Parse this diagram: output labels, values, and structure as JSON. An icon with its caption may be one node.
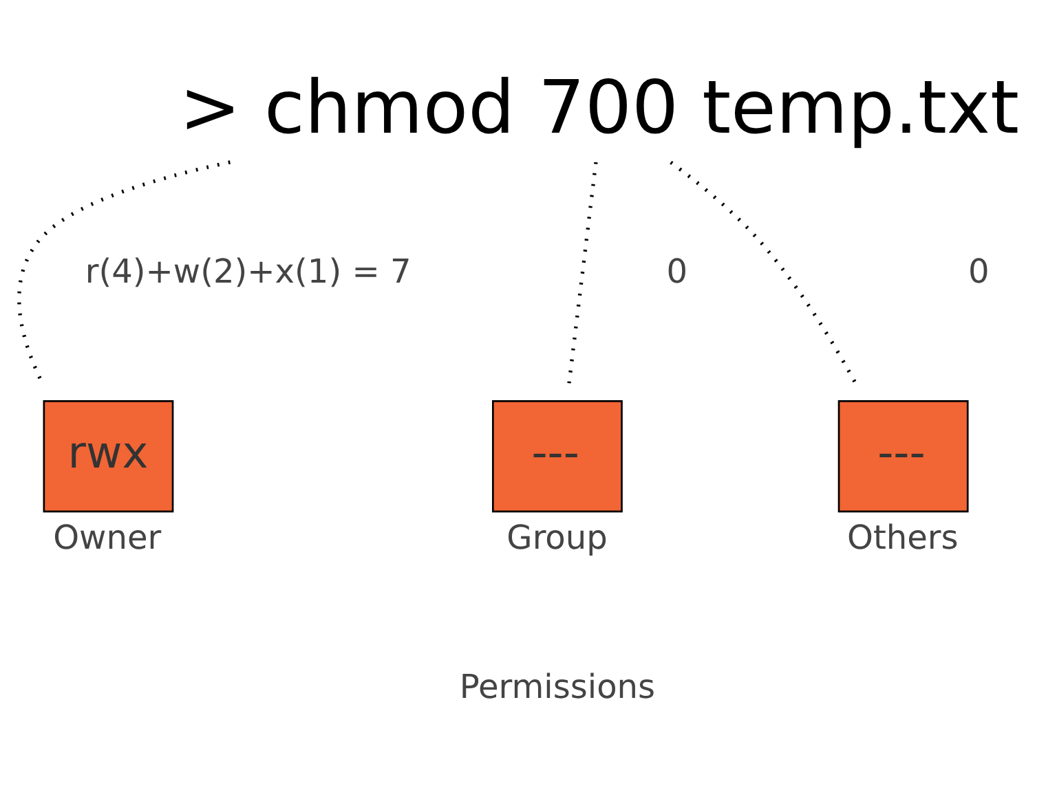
{
  "diagram": {
    "nodes": [
      {
        "text": [
          "> chmod 700 temp.txt"
        ]
      },
      {
        "text": [
          "rwx"
        ],
        "beside": [
          "Owner"
        ]
      },
      {
        "text": [
          "---"
        ],
        "beside": [
          "Group"
        ]
      },
      {
        "text": [
          "---"
        ],
        "beside": [
          "Others"
        ]
      }
    ],
    "edges": [
      {
        "from": 0,
        "to": 1,
        "arrow": "none",
        "style": "dashed"
      },
      {
        "from": 0,
        "to": 2,
        "arrow": "none",
        "style": "dashed"
      },
      {
        "from": 0,
        "to": 3,
        "arrow": "none",
        "style": "dashed"
      }
    ],
    "labels": [
      "r(4)+w(2)+x(1) = 7",
      "0",
      "0",
      "Permissions"
    ]
  }
}
